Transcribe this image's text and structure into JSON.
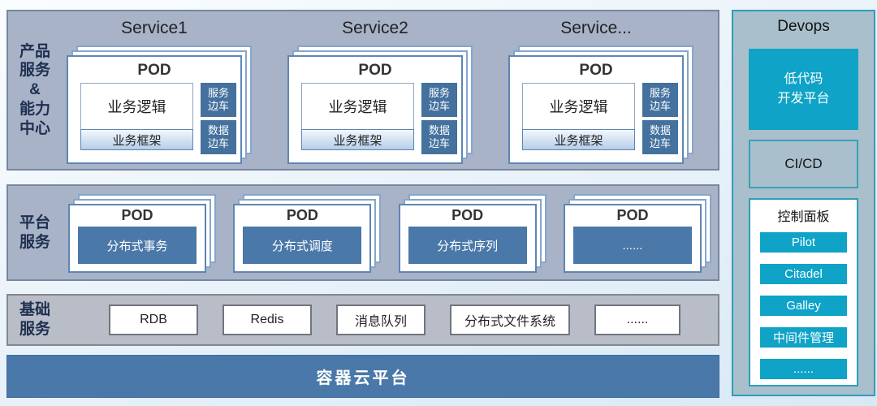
{
  "colors": {
    "row_background": "#A8B3C8",
    "row_border": "#76879E",
    "basic_row_background": "#B8BDC7",
    "steel_blue": "#4A78A8",
    "sidecar_blue": "#44719E",
    "teal_accent": "#0FA3C7",
    "devops_background": "#A9BFCB",
    "devops_border": "#2E9EBB"
  },
  "product_row": {
    "label": "产品\n服务\n&\n能力\n中心",
    "services": [
      {
        "title": "Service1",
        "pod": "POD",
        "logic": "业务逻辑",
        "framework": "业务框架",
        "sidecar_top": "服务\n边车",
        "sidecar_bottom": "数据\n边车"
      },
      {
        "title": "Service2",
        "pod": "POD",
        "logic": "业务逻辑",
        "framework": "业务框架",
        "sidecar_top": "服务\n边车",
        "sidecar_bottom": "数据\n边车"
      },
      {
        "title": "Service...",
        "pod": "POD",
        "logic": "业务逻辑",
        "framework": "业务框架",
        "sidecar_top": "服务\n边车",
        "sidecar_bottom": "数据\n边车"
      }
    ]
  },
  "platform_row": {
    "label": "平台\n服务",
    "pods": [
      {
        "pod": "POD",
        "name": "分布式事务"
      },
      {
        "pod": "POD",
        "name": "分布式调度"
      },
      {
        "pod": "POD",
        "name": "分布式序列"
      },
      {
        "pod": "POD",
        "name": "......"
      }
    ]
  },
  "basic_row": {
    "label": "基础\n服务",
    "items": [
      "RDB",
      "Redis",
      "消息队列",
      "分布式文件系统",
      "......"
    ]
  },
  "container_platform": {
    "label": "容器云平台"
  },
  "devops": {
    "title": "Devops",
    "lowcode_platform": "低代码\n开发平台",
    "cicd": "CI/CD",
    "control_panel": {
      "title": "控制面板",
      "buttons": [
        "Pilot",
        "Citadel",
        "Galley",
        "中间件管理",
        "......"
      ]
    }
  }
}
